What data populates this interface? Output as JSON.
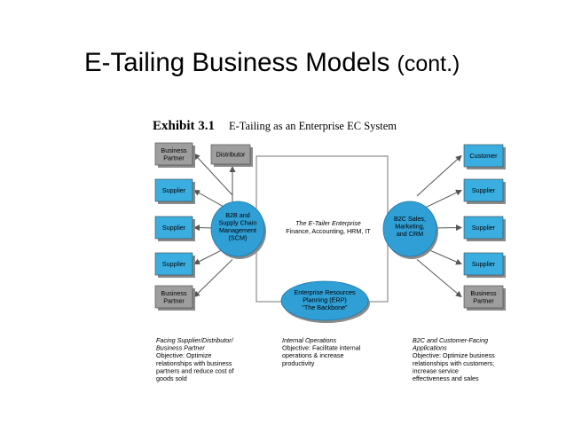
{
  "slide": {
    "title_main": "E-Tailing Business Models",
    "title_suffix": "(cont.)"
  },
  "exhibit": {
    "number": "Exhibit 3.1",
    "caption": "E-Tailing as an Enterprise EC System"
  },
  "colors": {
    "box_blue": "#3aaee0",
    "box_gray": "#9e9e9e",
    "circle_blue": "#2f9fd6",
    "arrow": "#555555"
  },
  "left_boxes": [
    {
      "lines": [
        "Business",
        "Partner"
      ],
      "kind": "gray"
    },
    {
      "lines": [
        "Supplier"
      ],
      "kind": "blue"
    },
    {
      "lines": [
        "Supplier"
      ],
      "kind": "blue"
    },
    {
      "lines": [
        "Supplier"
      ],
      "kind": "blue"
    },
    {
      "lines": [
        "Business",
        "Partner"
      ],
      "kind": "gray"
    }
  ],
  "distributor": {
    "lines": [
      "Distributor"
    ],
    "kind": "gray"
  },
  "right_boxes": [
    {
      "lines": [
        "Customer"
      ],
      "kind": "blue"
    },
    {
      "lines": [
        "Supplier"
      ],
      "kind": "blue"
    },
    {
      "lines": [
        "Supplier"
      ],
      "kind": "blue"
    },
    {
      "lines": [
        "Supplier"
      ],
      "kind": "blue"
    },
    {
      "lines": [
        "Business",
        "Partner"
      ],
      "kind": "gray"
    }
  ],
  "scm_circle": {
    "lines": [
      "B2B and",
      "Supply Chain",
      "Management",
      "(SCM)"
    ]
  },
  "b2c_circle": {
    "lines": [
      "B2C Sales,",
      "Marketing,",
      "and CRM"
    ]
  },
  "erp_ellipse": {
    "lines": [
      "Enterprise Resources",
      "Planning (ERP)",
      "“The Backbone”"
    ]
  },
  "center_text": {
    "title": "The E-Tailer Enterprise",
    "subtitle": "Finance, Accounting, HRM, IT"
  },
  "notes": {
    "left": {
      "italic": [
        "Facing Supplier/Distributor/",
        "Business Partner"
      ],
      "plain": [
        "Objective: Optimize",
        "relationships with business",
        "partners and reduce cost of",
        "goods sold"
      ]
    },
    "middle": {
      "italic": [
        "Internal Operations"
      ],
      "plain": [
        "Objective: Facilitate internal",
        "operations & increase",
        "productivity"
      ]
    },
    "right": {
      "italic": [
        "B2C and Customer-Facing",
        "Applications"
      ],
      "plain": [
        "Objective: Optimize business",
        "relationships with customers;",
        "increase service",
        "effectiveness and sales"
      ]
    }
  }
}
